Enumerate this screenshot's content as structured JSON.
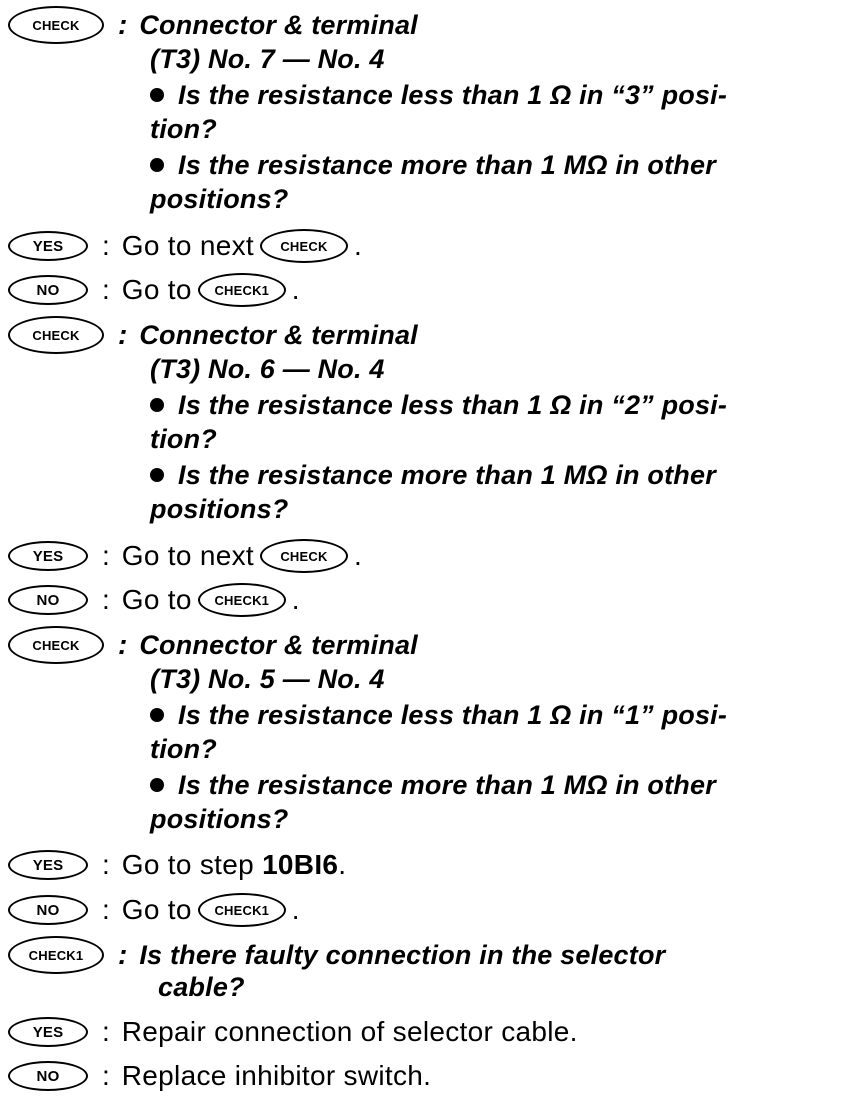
{
  "badges": {
    "check": "CHECK",
    "check1": "CHECK1",
    "yes": "YES",
    "no": "NO"
  },
  "colon": ":",
  "period": ".",
  "section1": {
    "title": "Connector & terminal",
    "pins": "(T3) No. 7 — No. 4",
    "q1a": "Is the resistance less than 1 Ω in “3” posi-",
    "q1b": "tion?",
    "q2a": "Is the resistance more than 1 MΩ in other",
    "q2b": "positions?",
    "yes_text": "Go to next",
    "no_text": "Go to"
  },
  "section2": {
    "title": "Connector & terminal",
    "pins": "(T3) No. 6 — No. 4",
    "q1a": "Is the resistance less than 1 Ω in “2” posi-",
    "q1b": "tion?",
    "q2a": "Is the resistance more than 1 MΩ in other",
    "q2b": "positions?",
    "yes_text": "Go to next",
    "no_text": "Go to"
  },
  "section3": {
    "title": "Connector & terminal",
    "pins": "(T3) No. 5 — No. 4",
    "q1a": "Is the resistance less than 1 Ω in “1” posi-",
    "q1b": "tion?",
    "q2a": "Is the resistance more than 1 MΩ in other",
    "q2b": "positions?",
    "yes_text": "Go to step",
    "yes_step": "10BI6",
    "no_text": "Go to"
  },
  "section4": {
    "q1a": "Is there faulty connection in the selector",
    "q1b": "cable?",
    "yes_text": "Repair connection of selector cable.",
    "no_text": "Replace inhibitor switch."
  }
}
